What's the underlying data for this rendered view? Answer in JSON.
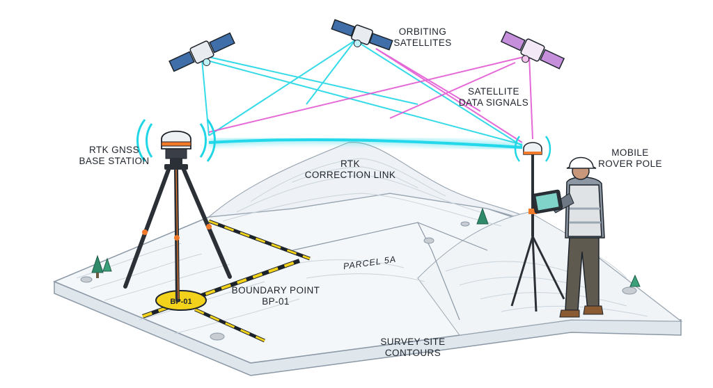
{
  "labels": {
    "orbiting_satellites": [
      "ORBITING",
      "SATELLITES"
    ],
    "satellite_data_signals": [
      "SATELLITE",
      "DATA SIGNALS"
    ],
    "rtk_base_station": [
      "RTK GNSS",
      "BASE STATION"
    ],
    "rtk_correction_link": [
      "RTK",
      "CORRECTION LINK"
    ],
    "mobile_rover_pole": [
      "MOBILE",
      "ROVER POLE"
    ],
    "parcel": "PARCEL 5A",
    "boundary_point": [
      "BOUNDARY POINT",
      "BP-01"
    ],
    "marker_text": "BP-01",
    "survey_site_contours": [
      "SURVEY SITE",
      "CONTOURS"
    ]
  },
  "colors": {
    "cyan_signal": "#1fd6e6",
    "magenta_signal": "#e04fd0",
    "boundary_yellow": "#f2d21a",
    "receiver_orange": "#f07a2a",
    "tripod_dark": "#2b2f36",
    "terrain_fill": "#f3f6f8",
    "terrain_line": "#c9d3db"
  }
}
